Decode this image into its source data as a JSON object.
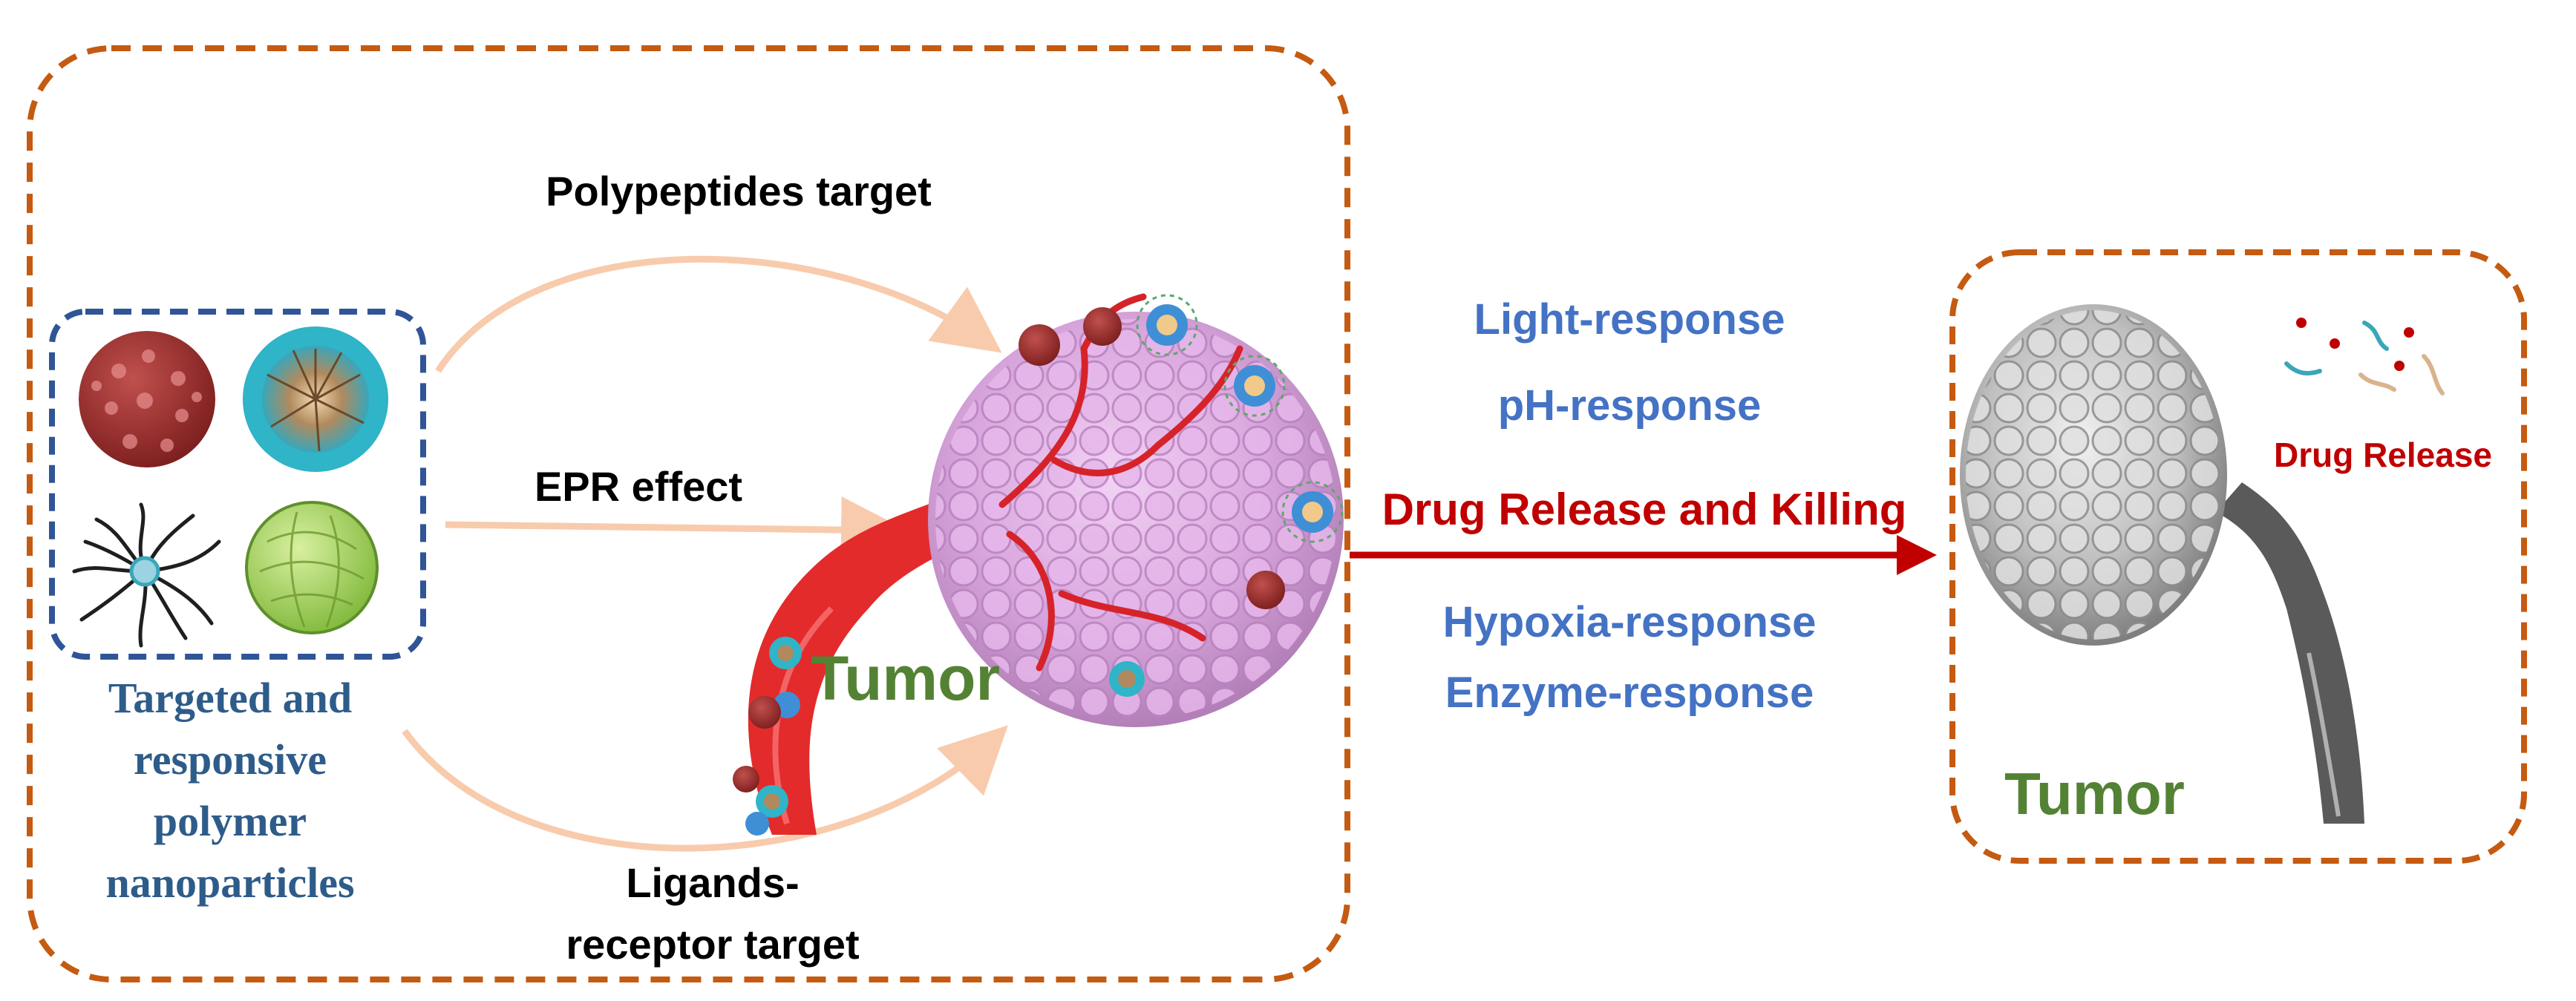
{
  "nanoparticle_caption": [
    "Targeted and",
    "responsive",
    "polymer",
    "nanoparticles"
  ],
  "routes": {
    "top": "Polypeptides target",
    "middle": "EPR effect",
    "bottom_line1": "Ligands-",
    "bottom_line2": "receptor target"
  },
  "tumor_label_left": "Tumor",
  "stimuli": {
    "light": "Light-response",
    "ph": "pH-response",
    "hypoxia": "Hypoxia-response",
    "enzyme": "Enzyme-response"
  },
  "main_arrow_label": "Drug Release and Killing",
  "drug_release_label": "Drug Release",
  "tumor_label_right": "Tumor",
  "colors": {
    "dashed_box_orange": "#c55a11",
    "dashed_box_navy": "#2f5597",
    "stimuli_text": "#4472c4",
    "release_text": "#c00000",
    "tumor_text": "#548235",
    "caption_text": "#2e5c8a",
    "route_arrow": "#f8cbad"
  },
  "icons": [
    "red-nanoparticle-icon",
    "micelle-icon",
    "star-polymer-icon",
    "green-nanoparticle-icon",
    "tumor-icon",
    "blood-vessel-icon",
    "drug-molecule-icon"
  ]
}
